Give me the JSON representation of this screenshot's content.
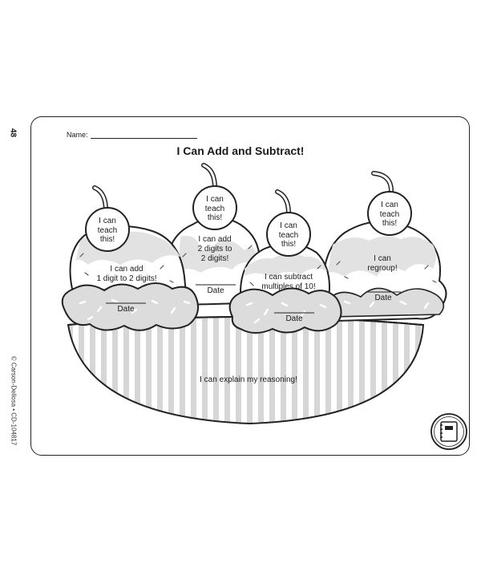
{
  "page_number": "48",
  "copyright": "© Carson-Dellosa • CD-104817",
  "name_label": "Name:",
  "title": "I Can Add and Subtract!",
  "scoops": [
    {
      "cherry": "I can\nteach\nthis!",
      "goal": "I can add\n1 digit to 2 digits!",
      "date": "Date"
    },
    {
      "cherry": "I can\nteach\nthis!",
      "goal": "I can add\n2 digits to\n2 digits!",
      "date": "Date"
    },
    {
      "cherry": "I can\nteach\nthis!",
      "goal": "I can subtract\nmultiples of 10!",
      "date": "Date"
    },
    {
      "cherry": "I can\nteach\nthis!",
      "goal": "I can\nregroup!",
      "date": "Date"
    }
  ],
  "bowl_text": "I can explain my reasoning!",
  "icons": {
    "badge": "notebook-icon"
  }
}
